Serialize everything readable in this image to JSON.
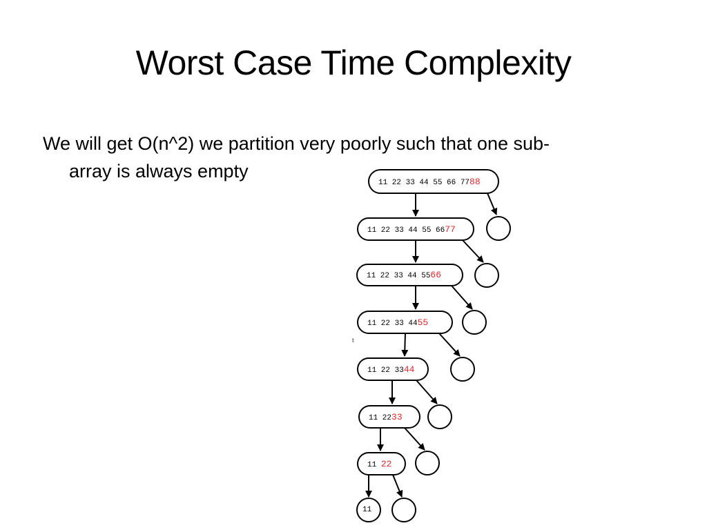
{
  "slide": {
    "title": "Worst Case Time Complexity",
    "bullet_line1": "We will get O(n^2) we partition very poorly such that one sub-",
    "bullet_line2": "array is always empty",
    "stray_mark": "t"
  },
  "diagram": {
    "type": "quicksort-recursion-tree",
    "colors": {
      "pivot": "#e0282e",
      "text": "#000000",
      "stroke": "#000000"
    },
    "levels": [
      {
        "values": "11 22 33 44 55 66 77",
        "pivot": "88"
      },
      {
        "values": "11 22 33 44 55 66",
        "pivot": "77"
      },
      {
        "values": "11 22 33 44 55",
        "pivot": "66"
      },
      {
        "values": "11 22 33 44",
        "pivot": "55"
      },
      {
        "values": "11 22 33",
        "pivot": "44"
      },
      {
        "values": "11 22",
        "pivot": "33"
      },
      {
        "values": "11",
        "pivot": "22"
      }
    ],
    "leaf": "11",
    "empty_subarray_label": ""
  }
}
